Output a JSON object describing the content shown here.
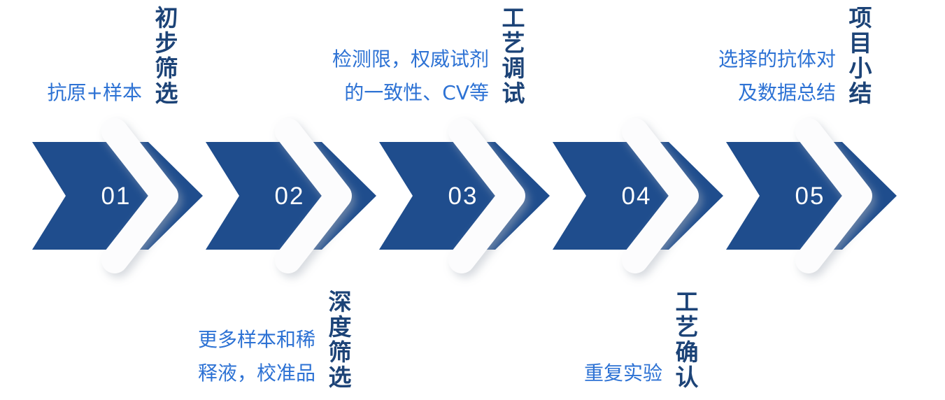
{
  "diagram": {
    "kind": "chevron-process-flow",
    "direction": "left-to-right",
    "step_count": 5
  },
  "colors": {
    "arrow_blue": "#1F4D8D",
    "separator_white": "#FCFCFD",
    "number_white": "#FFFFFF",
    "light_blue_text": "#2D72D4",
    "dark_blue_text": "#1C4377",
    "background": "#FFFFFF",
    "shadow_gray": "#6B7686"
  },
  "steps": [
    {
      "number": "01",
      "stage": "初步筛选",
      "lines": [
        "抗原+样本"
      ],
      "label_position": "top"
    },
    {
      "number": "02",
      "stage": "深度筛选",
      "lines": [
        "更多样本和稀",
        "释液，校准品"
      ],
      "label_position": "bottom"
    },
    {
      "number": "03",
      "stage": "工艺调试",
      "lines": [
        "检测限，权威试剂",
        "的一致性、CV等"
      ],
      "label_position": "top"
    },
    {
      "number": "04",
      "stage": "工艺确认",
      "lines": [
        "重复实验"
      ],
      "label_position": "bottom"
    },
    {
      "number": "05",
      "stage": "项目小结",
      "lines": [
        "选择的抗体对",
        "及数据总结"
      ],
      "label_position": "top"
    }
  ]
}
